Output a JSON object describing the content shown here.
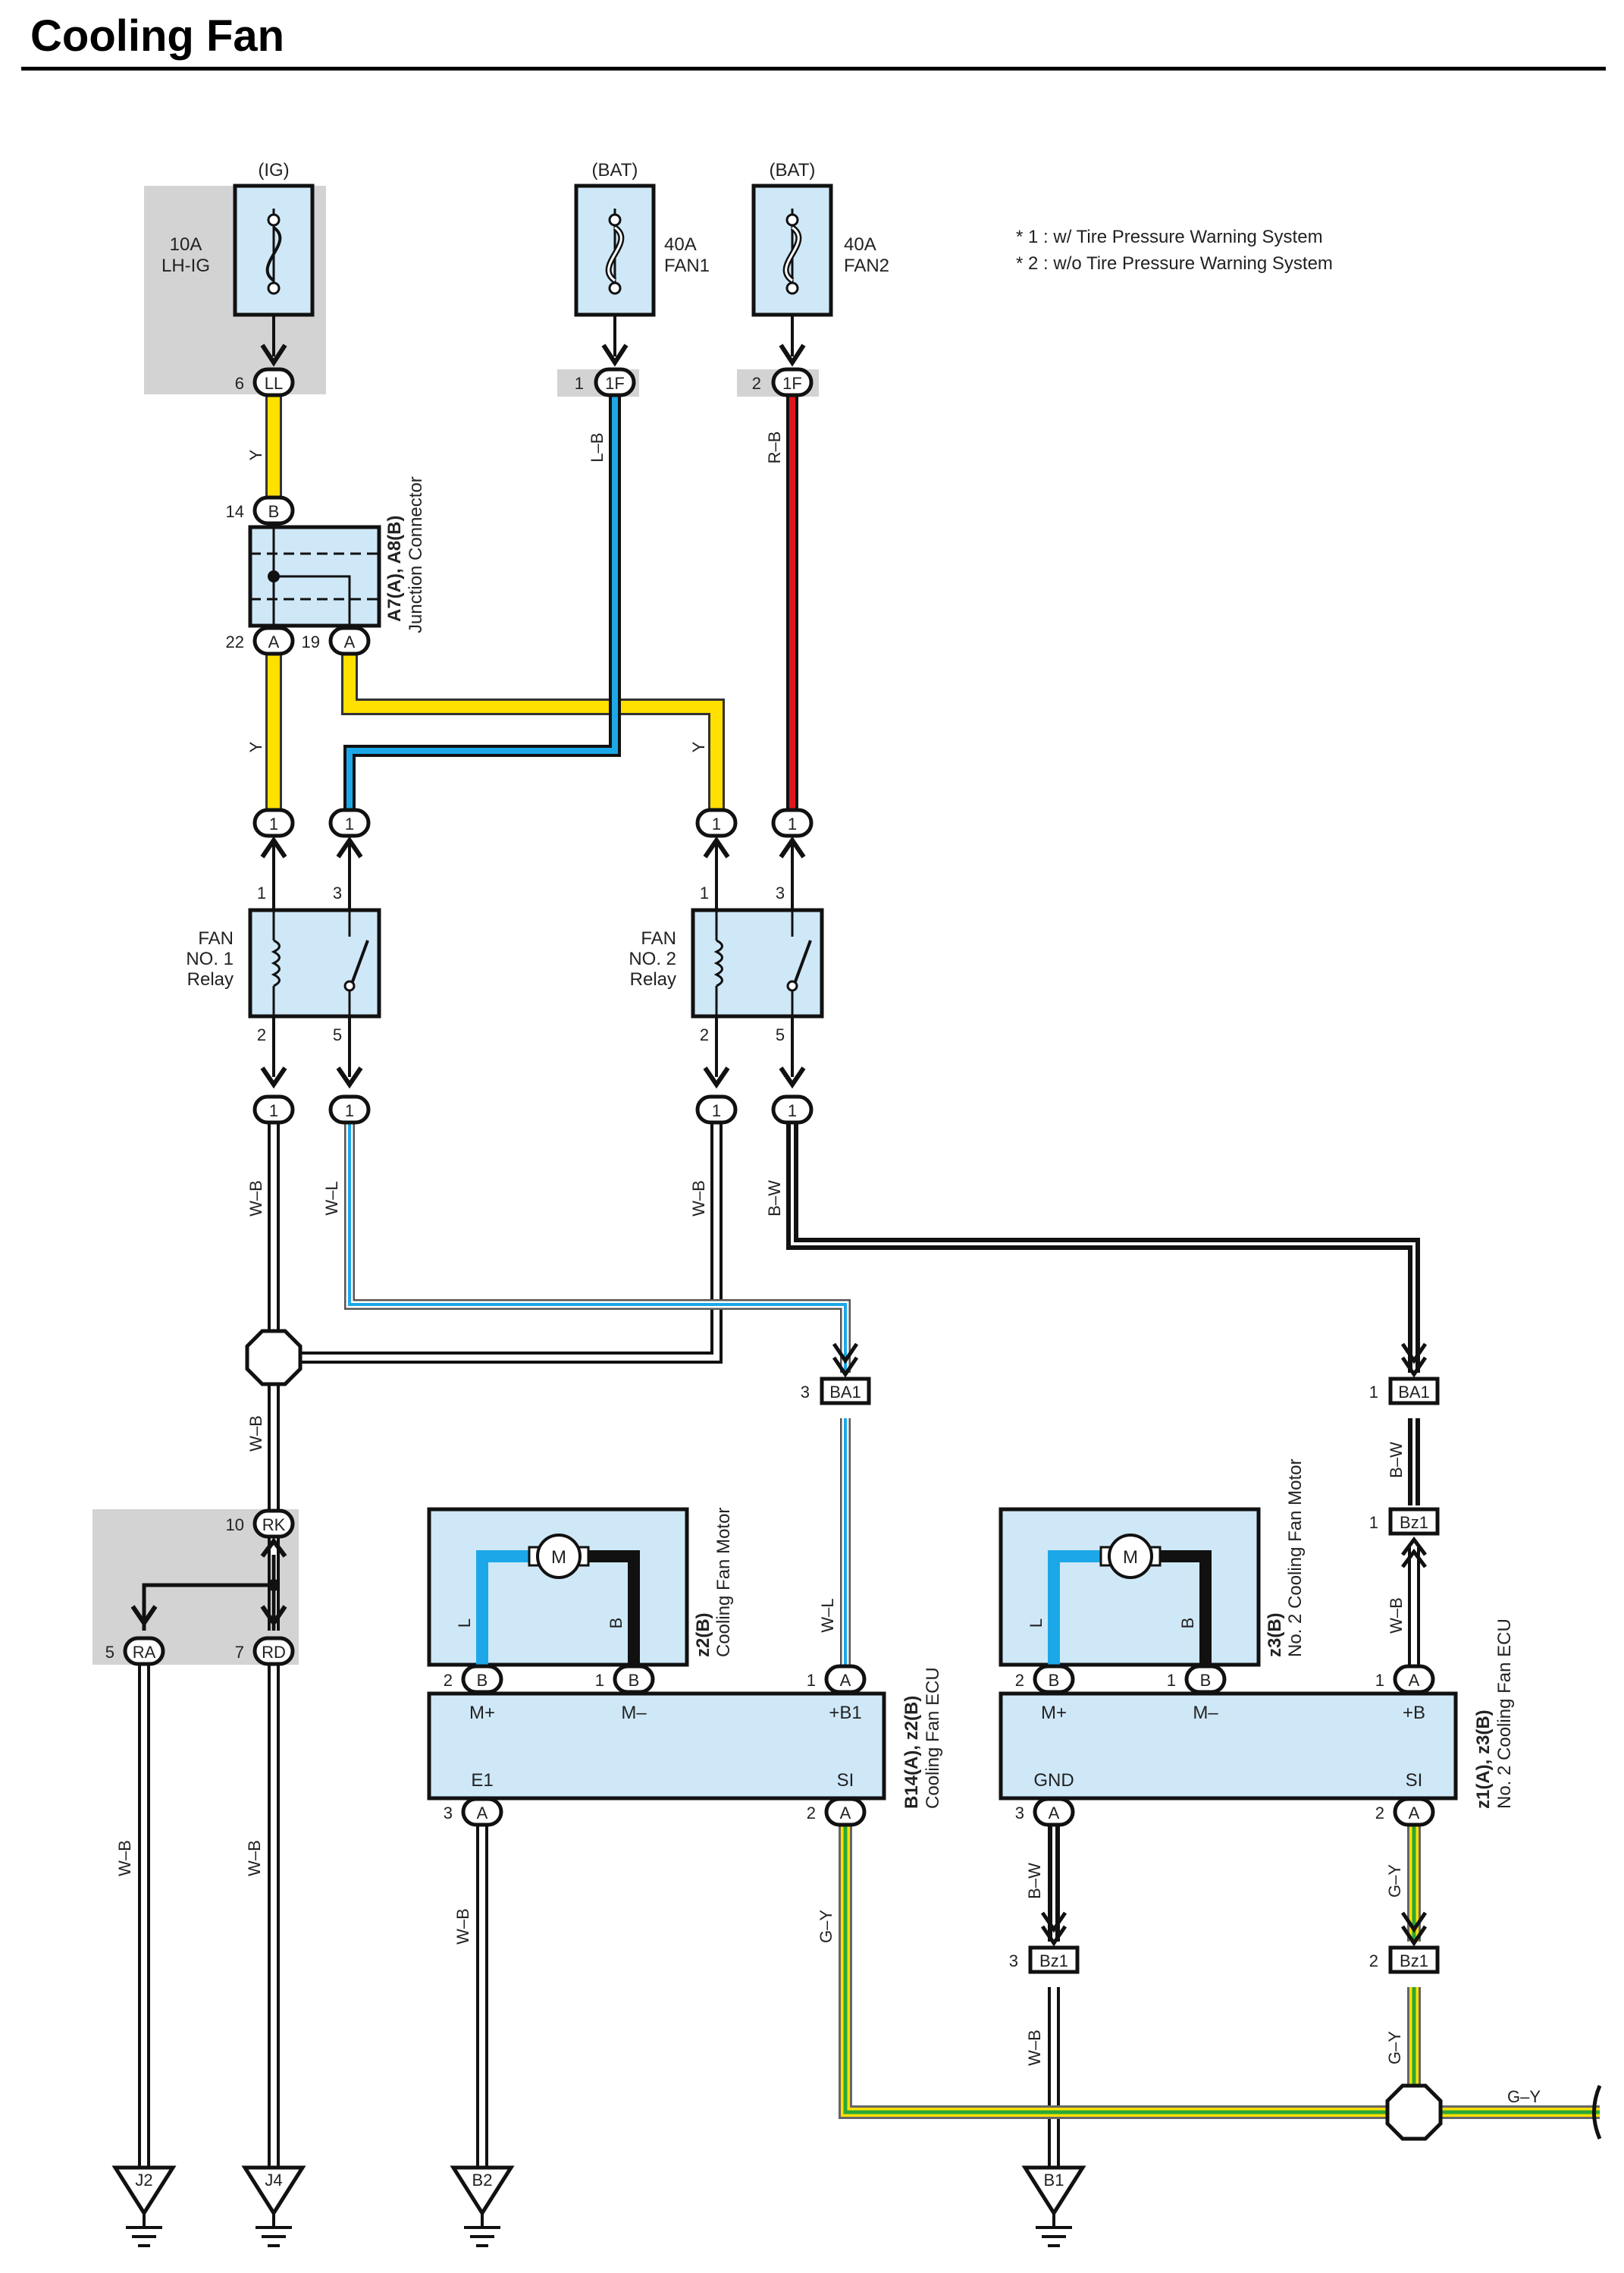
{
  "title": "Cooling Fan",
  "notes": [
    "* 1 : w/ Tire Pressure Warning System",
    "* 2 : w/o Tire Pressure Warning System"
  ],
  "colors": {
    "yellow": "#ffe000",
    "blue": "#1ca8e8",
    "red": "#e0161e",
    "green": "#2aa836",
    "component": "#cfe8f8",
    "shade": "#d3d3d3"
  },
  "fuses": {
    "ig": {
      "source": "(IG)",
      "rating": "10A",
      "name": "LH-IG",
      "pin": "6",
      "connector": "LL"
    },
    "fan1": {
      "source": "(BAT)",
      "rating": "40A",
      "name": "FAN1",
      "pin": "1",
      "connector": "1F"
    },
    "fan2": {
      "source": "(BAT)",
      "rating": "40A",
      "name": "FAN2",
      "pin": "2",
      "connector": "1F"
    }
  },
  "junction": {
    "name": "A7(A), A8(B)",
    "desc": "Junction Connector",
    "pin_in": "14",
    "pin_in_conn": "B",
    "pin_out1": "22",
    "pin_out1_conn": "A",
    "pin_out2": "19",
    "pin_out2_conn": "A"
  },
  "relays": {
    "r1": {
      "label": [
        "FAN",
        "NO. 1",
        "Relay"
      ],
      "p1": "1",
      "p2": "2",
      "p3": "3",
      "p5": "5"
    },
    "r2": {
      "label": [
        "FAN",
        "NO. 2",
        "Relay"
      ],
      "p1": "1",
      "p2": "2",
      "p3": "3",
      "p5": "5"
    }
  },
  "inline_pin": "1",
  "wires": {
    "y": "Y",
    "lb": "L–B",
    "rb": "R–B",
    "wb": "W–B",
    "wl": "W–L",
    "bw": "B–W",
    "gy": "G–Y",
    "l": "L",
    "b": "B"
  },
  "connectors": {
    "ba1a": {
      "pin": "3",
      "name": "BA1"
    },
    "ba1b": {
      "pin": "1",
      "name": "BA1"
    },
    "bz1a": {
      "pin": "1",
      "name": "Bz1"
    },
    "bz1b": {
      "pin": "3",
      "name": "Bz1"
    },
    "bz1c": {
      "pin": "2",
      "name": "Bz1"
    },
    "rk": {
      "pin": "10",
      "name": "RK"
    },
    "ra": {
      "pin": "5",
      "name": "RA"
    },
    "rd": {
      "pin": "7",
      "name": "RD"
    }
  },
  "motor1": {
    "name": "z2(B)",
    "desc": "Cooling Fan Motor",
    "symbol": "M",
    "pin_l": "2",
    "pin_b": "1",
    "conn": "B"
  },
  "motor2": {
    "name": "z3(B)",
    "desc": "No. 2 Cooling Fan Motor",
    "symbol": "M",
    "pin_l": "2",
    "pin_b": "1",
    "conn": "B"
  },
  "ecu1": {
    "name": "B14(A), z2(B)",
    "desc": "Cooling Fan ECU",
    "mplus": "M+",
    "mminus": "M–",
    "plus": "+B1",
    "e": "E1",
    "si": "SI",
    "pin_plus": "1",
    "pin_e": "3",
    "pin_si": "2",
    "conn_a": "A"
  },
  "ecu2": {
    "name": "z1(A), z3(B)",
    "desc": "No. 2 Cooling Fan ECU",
    "mplus": "M+",
    "mminus": "M–",
    "plus": "+B",
    "e": "GND",
    "si": "SI",
    "pin_plus": "1",
    "pin_e": "3",
    "pin_si": "2",
    "conn_a": "A"
  },
  "grounds": [
    "J2",
    "J4",
    "B2",
    "B1"
  ]
}
